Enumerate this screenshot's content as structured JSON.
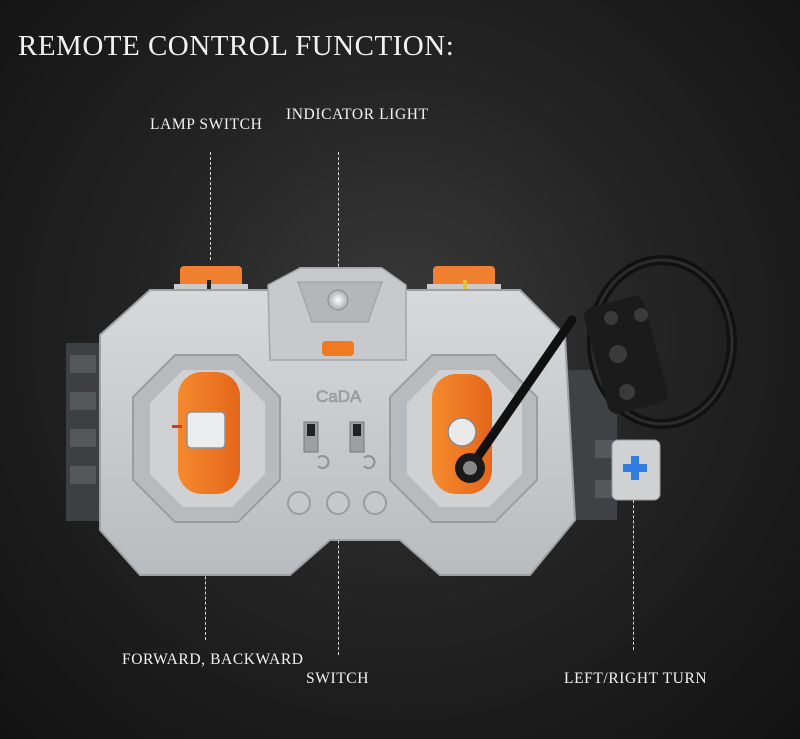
{
  "title": "REMOTE CONTROL FUNCTION:",
  "labels": {
    "lamp_switch": "LAMP SWITCH",
    "indicator_light": "INDICATOR LIGHT",
    "forward_backward": "FORWARD, BACKWARD",
    "switch": "SWITCH",
    "left_right_turn": "LEFT/RIGHT TURN"
  },
  "brand_mark": "CaDA",
  "colors": {
    "background": "#1c1c1c",
    "body": "#cfd1d3",
    "accent_orange": "#f07a21",
    "label_text": "#f2f2f2"
  }
}
